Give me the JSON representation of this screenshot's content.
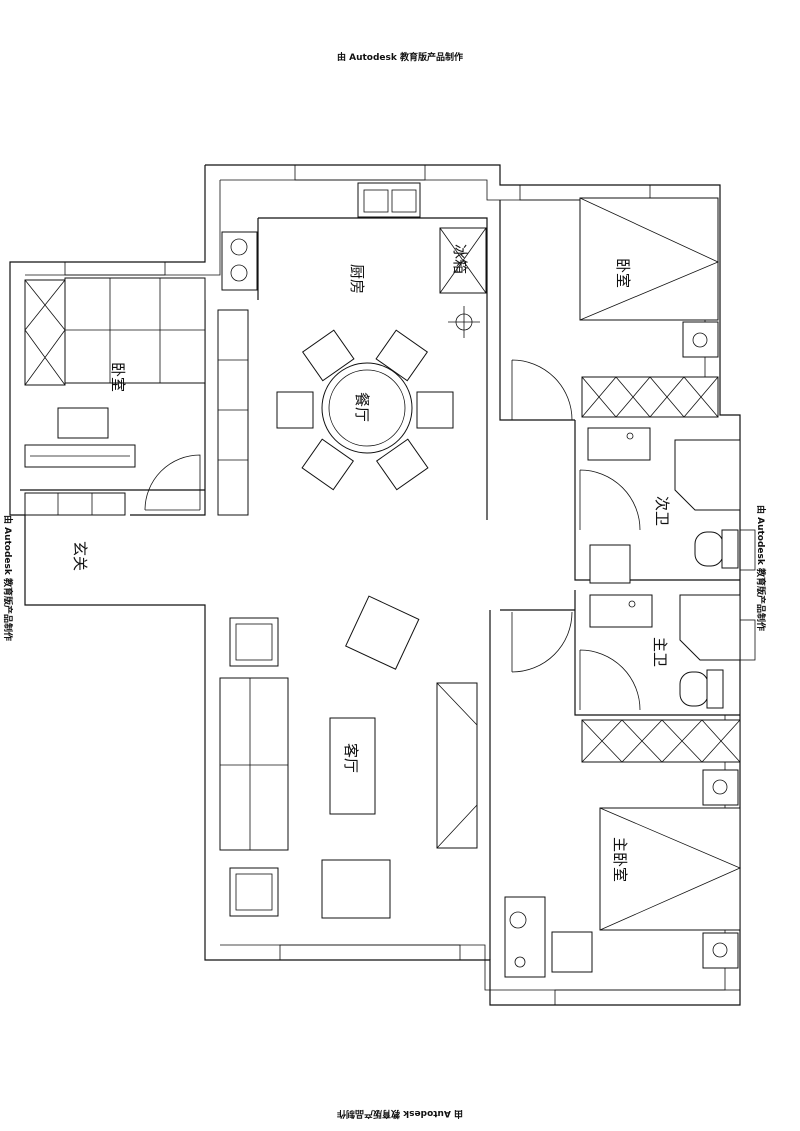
{
  "watermark": {
    "text": "由 Autodesk 教育版产品制作"
  },
  "rooms": {
    "kitchen": "厨房",
    "fridge": "冰箱",
    "dining": "餐厅",
    "bedroom_left": "卧室",
    "bedroom_right": "卧室",
    "entrance": "玄关",
    "bath_second": "次卫",
    "bath_master": "主卫",
    "living": "客厅",
    "master_bedroom": "主卧室"
  }
}
